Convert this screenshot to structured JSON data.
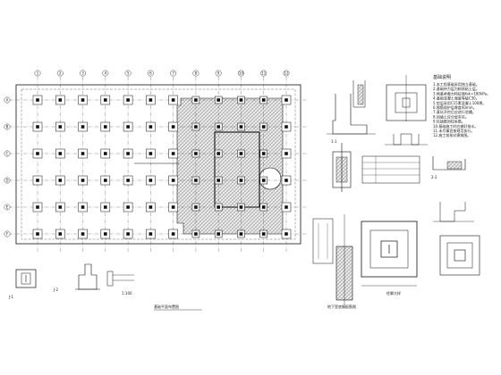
{
  "drawing": {
    "main_plan_caption": "基础平面布置图",
    "section_plan_caption": "地下室底板配筋图",
    "col_detail_caption": "柱脚大样",
    "notes_title": "基础说明",
    "detail_tag_1": "1-1",
    "detail_tag_2": "2-2",
    "detail_tag_3": "J-1",
    "detail_tag_4": "J-2",
    "scale_note": "1:100"
  },
  "grid": {
    "columns": [
      "1",
      "2",
      "3",
      "4",
      "5",
      "6",
      "7",
      "8",
      "9",
      "10",
      "11",
      "12"
    ],
    "rows": [
      "A",
      "B",
      "C",
      "D",
      "E",
      "F"
    ]
  },
  "notes_lines": [
    "1.本工程基础采用独立基础。",
    "2.基础持力层为粉质粘土层。",
    "3.地基承载力特征值fak=180kPa。",
    "4.基础混凝土强度等级C30。",
    "5.垫层采用C15素混凝土100厚。",
    "6.钢筋保护层厚度40mm。",
    "7.基坑开挖后应进行验槽。",
    "8.回填土应分层夯实。",
    "9.柱插筋同柱纵筋。",
    "10.基础施工时应做好排水。",
    "11.未尽事宜按规范执行。",
    "12.施工前核对建筑图。"
  ],
  "colors": {
    "line": "#111111",
    "grid": "#555555",
    "hatch": "#777777"
  }
}
